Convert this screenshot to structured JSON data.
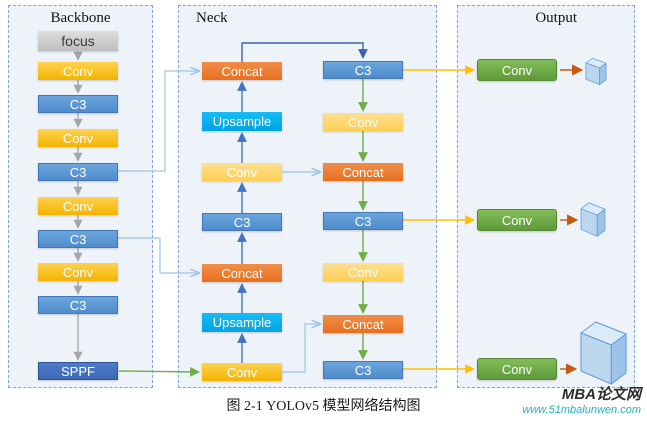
{
  "diagram": {
    "backbone": {
      "title": "Backbone",
      "nodes": [
        "focus",
        "Conv",
        "C3",
        "Conv",
        "C3",
        "Conv",
        "C3",
        "Conv",
        "C3",
        "SPPF"
      ]
    },
    "neck": {
      "title": "Neck",
      "col1": [
        "Concat",
        "Upsample",
        "Conv",
        "C3",
        "Concat",
        "Upsample",
        "Conv"
      ],
      "col2": [
        "C3",
        "Conv",
        "Concat",
        "C3",
        "Conv",
        "Concat",
        "C3"
      ]
    },
    "output": {
      "title": "Output",
      "nodes": [
        "Conv",
        "Conv",
        "Conv"
      ]
    }
  },
  "caption": "图 2-1 YOLOv5 模型网络结构图",
  "watermark": {
    "brand": "MBA论文网",
    "url": "www.51mbalunwen.com"
  },
  "colors": {
    "conv_gold": "#FFC000",
    "conv_light_yellow": "#FFD966",
    "c3_blue": "#5B9BD5",
    "sppf_blue": "#4472C4",
    "concat_orange": "#ED7D31",
    "upsample_cyan": "#00B0F0",
    "output_green": "#70AD47",
    "focus_gray": "#C9C9C9",
    "arrow_gray": "#A6A6A6",
    "arrow_blue": "#4472C4",
    "arrow_dark_blue": "#3A62AD",
    "arrow_green": "#70AD47",
    "arrow_light_blue": "#9DC3E6",
    "arrow_gold": "#FFC000",
    "arrow_dark_orange": "#C55A11",
    "panel_border": "#7DA7D8",
    "panel_fill": "#EDF3F9"
  }
}
